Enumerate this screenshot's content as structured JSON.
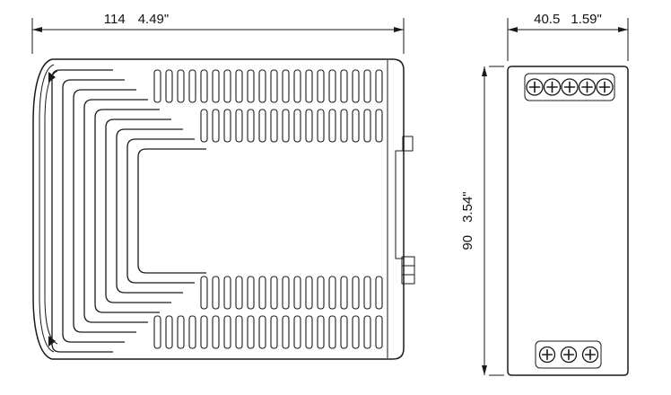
{
  "dimensions": {
    "side_width_mm": "114",
    "side_width_in": "4.49\"",
    "front_width_mm": "40.5",
    "front_width_in": "1.59\"",
    "front_height_mm": "90",
    "front_height_in": "3.54\""
  },
  "colors": {
    "line": "#1a1a1a",
    "background": "#ffffff"
  }
}
